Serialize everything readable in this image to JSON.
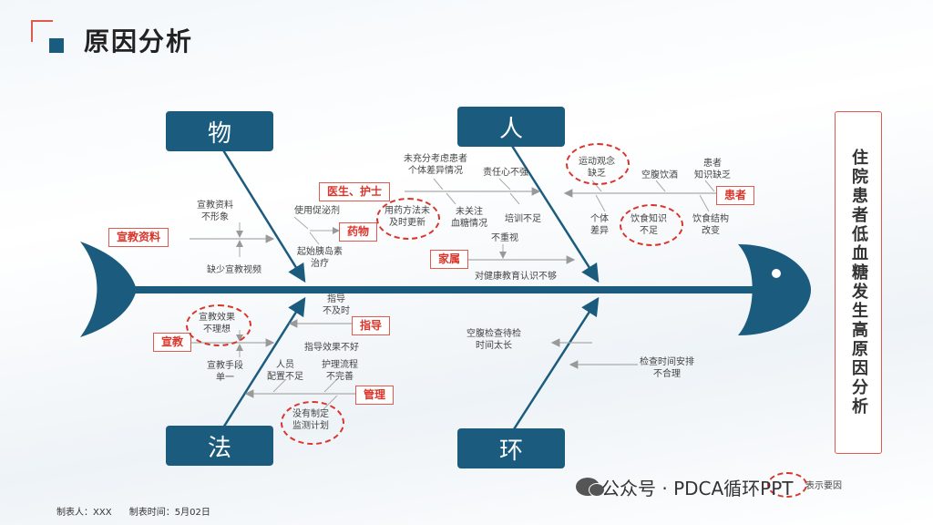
{
  "header": {
    "title": "原因分析"
  },
  "categories": {
    "wu": "物",
    "ren": "人",
    "fa": "法",
    "huan": "环"
  },
  "factors": {
    "xuanjiao_ziliao": "宣教资料",
    "yisheng_hushi": "医生、护士",
    "yaowu": "药物",
    "jiashu": "家属",
    "huanzhe": "患者",
    "xuanjiao": "宣教",
    "zhidao": "指导",
    "guanli": "管理"
  },
  "notes": {
    "n1": "宣教资料\n不形象",
    "n2": "缺少宣教视频",
    "n3": "使用促泌剂",
    "n4": "起始胰岛素\n治疗",
    "n5": "未充分考虑患者\n个体差异情况",
    "n6": "责任心不强",
    "n7": "用药方法未\n及时更新",
    "n8": "未关注\n血糖情况",
    "n9": "培训不足",
    "n10": "不重视",
    "n11": "对健康教育认识不够",
    "n12": "运动观念\n缺乏",
    "n13": "空腹饮酒",
    "n14": "患者\n知识缺乏",
    "n15": "个体\n差异",
    "n16": "饮食知识\n不足",
    "n17": "饮食结构\n改变",
    "n18": "宣教效果\n不理想",
    "n19": "指导\n不及时",
    "n20": "指导效果不好",
    "n21": "宣教手段\n单一",
    "n22": "人员\n配置不足",
    "n23": "护理流程\n不完善",
    "n24": "没有制定\n监测计划",
    "n25": "空腹检查待检\n时间太长",
    "n26": "检查时间安排\n不合理"
  },
  "conclusion": "住院患者低血糖发生高原因分析",
  "footer": {
    "maker": "制表人：XXX",
    "date": "制表时间：5月02日"
  },
  "legend": {
    "text": "表示要因"
  },
  "watermark": {
    "text": "公众号 · PDCA循环PPT"
  },
  "colors": {
    "accent": "#1b5c7e",
    "highlight": "#d9352b"
  }
}
